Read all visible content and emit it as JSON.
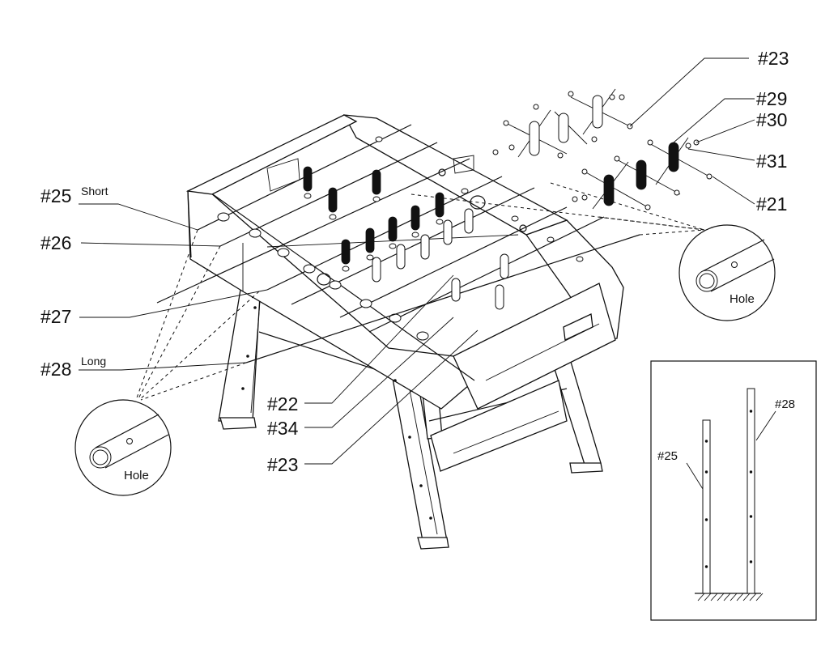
{
  "callouts": {
    "c25": "#25",
    "c25_note": "Short",
    "c26": "#26",
    "c27": "#27",
    "c28": "#28",
    "c28_note": "Long",
    "c22": "#22",
    "c34": "#34",
    "c23_bottom": "#23",
    "c23_top": "#23",
    "c29": "#29",
    "c30": "#30",
    "c31": "#31",
    "c21": "#21"
  },
  "detail_left": {
    "label": "Hole"
  },
  "detail_right": {
    "label": "Hole"
  },
  "inset": {
    "rod_short_label": "#25",
    "rod_long_label": "#28"
  }
}
